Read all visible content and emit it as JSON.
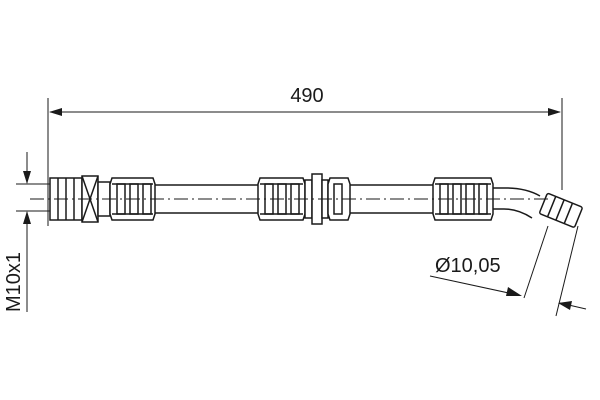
{
  "dimensions": {
    "length": "490",
    "diameter": "Ø10,05",
    "thread": "M10x1"
  }
}
